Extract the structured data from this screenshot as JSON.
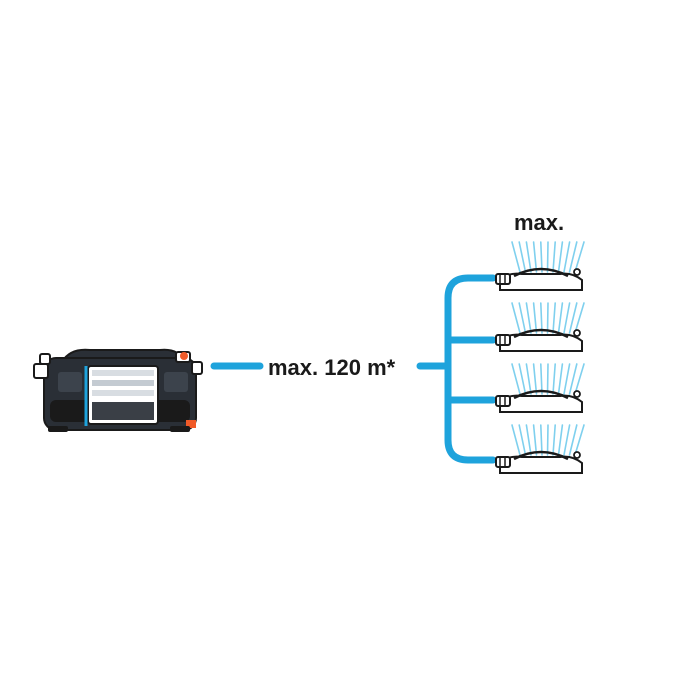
{
  "diagram": {
    "distance_label": "max. 120 m*",
    "sprinklers_label": "max.",
    "sprinkler_count": 4,
    "colors": {
      "line": "#1ea3dc",
      "dark": "#1a1a1a",
      "pump_body": "#2a2f36",
      "accent": "#f05a28",
      "spray": "#7fd0ee"
    },
    "icons": {
      "pump": "pump-icon",
      "sprinkler": "oscillating-sprinkler-icon"
    }
  }
}
